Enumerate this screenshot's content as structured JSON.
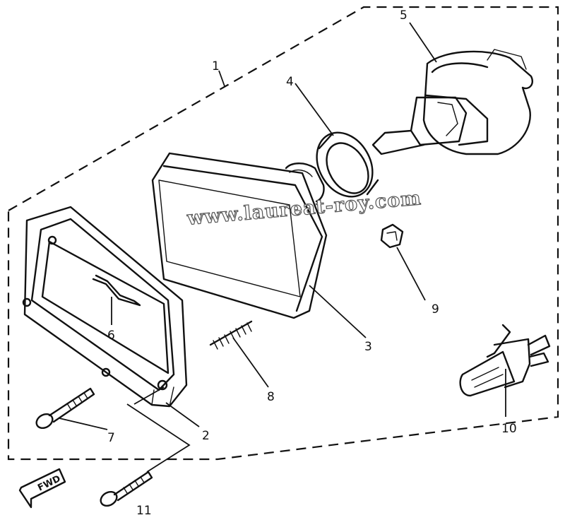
{
  "diagram": {
    "callouts": {
      "c1": "1",
      "c2": "2",
      "c3": "3",
      "c4": "4",
      "c5": "5",
      "c6": "6",
      "c7": "7",
      "c8": "8",
      "c9": "9",
      "c10": "10",
      "c11": "11"
    },
    "direction_label": "FWD",
    "watermark": "www.laureat-roy.com"
  }
}
